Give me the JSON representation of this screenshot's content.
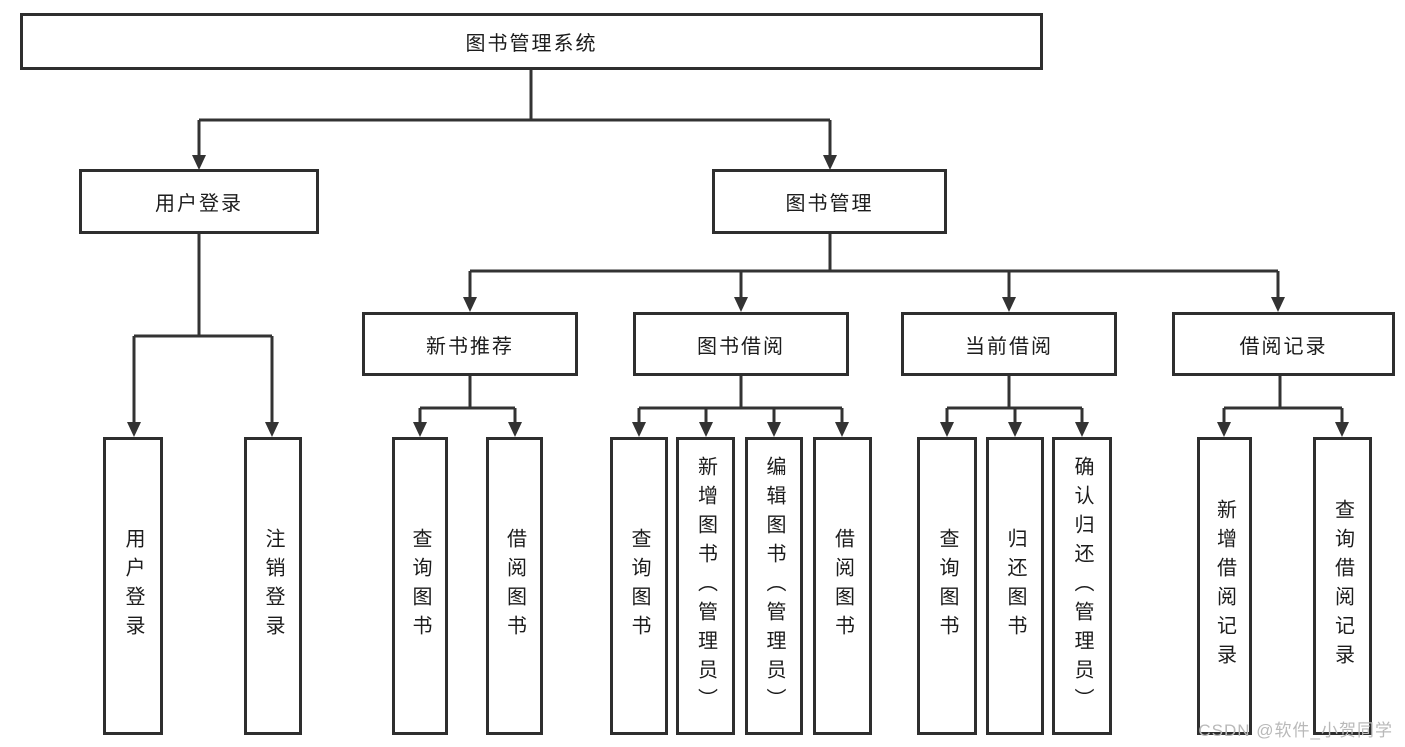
{
  "diagram": {
    "root": {
      "label": "图书管理系统"
    },
    "branches": [
      {
        "label": "用户登录",
        "children": [
          {
            "label": "用户登录"
          },
          {
            "label": "注销登录"
          }
        ]
      },
      {
        "label": "图书管理",
        "children": [
          {
            "label": "新书推荐",
            "children": [
              {
                "label": "查询图书"
              },
              {
                "label": "借阅图书"
              }
            ]
          },
          {
            "label": "图书借阅",
            "children": [
              {
                "label": "查询图书"
              },
              {
                "label": "新增图书（管理员）"
              },
              {
                "label": "编辑图书（管理员）"
              },
              {
                "label": "借阅图书"
              }
            ]
          },
          {
            "label": "当前借阅",
            "children": [
              {
                "label": "查询图书"
              },
              {
                "label": "归还图书"
              },
              {
                "label": "确认归还（管理员）"
              }
            ]
          },
          {
            "label": "借阅记录",
            "children": [
              {
                "label": "新增借阅记录"
              },
              {
                "label": "查询借阅记录"
              }
            ]
          }
        ]
      }
    ]
  },
  "watermark": {
    "text": "CSDN @软件_小贺同学",
    "color": "#b9b9b9"
  },
  "colors": {
    "line": "#333333",
    "box_border": "#2e2e2e",
    "box_fill": "#ffffff",
    "text": "#1c1c1c"
  }
}
